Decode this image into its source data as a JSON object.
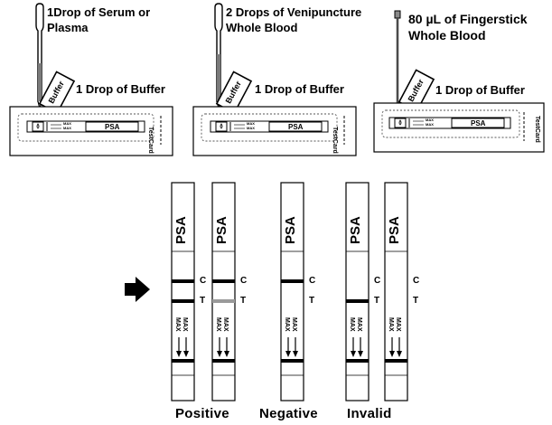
{
  "panels": [
    {
      "instruction_line1": "1Drop of Serum or",
      "instruction_line2": "Plasma",
      "buffer_instruction": "1 Drop of Buffer",
      "bottle_label": "Buffer",
      "window_label": "PSA",
      "max_line1": "MAX",
      "max_line2": "MAX",
      "brand": "TestCard"
    },
    {
      "instruction_line1": "2 Drops of Venipuncture",
      "instruction_line2": "Whole Blood",
      "buffer_instruction": "1 Drop of Buffer",
      "bottle_label": "Buffer",
      "window_label": "PSA",
      "max_line1": "MAX",
      "max_line2": "MAX",
      "brand": "TestCard"
    },
    {
      "instruction_line1": "80 µL of Fingerstick",
      "instruction_line2": "Whole Blood",
      "buffer_instruction": "1 Drop of Buffer",
      "bottle_label": "Buffer",
      "window_label": "PSA",
      "max_line1": "MAX",
      "max_line2": "MAX",
      "brand": "TestCard"
    }
  ],
  "strips": [
    {
      "label": "PSA",
      "c_label": "C",
      "t_label": "T",
      "max_line1": "MAX",
      "max_line2": "MAX",
      "c_line": true,
      "t_line": "strong"
    },
    {
      "label": "PSA",
      "c_label": "C",
      "t_label": "T",
      "max_line1": "MAX",
      "max_line2": "MAX",
      "c_line": true,
      "t_line": "faint"
    },
    {
      "label": "PSA",
      "c_label": "C",
      "t_label": "T",
      "max_line1": "MAX",
      "max_line2": "MAX",
      "c_line": true,
      "t_line": "none"
    },
    {
      "label": "PSA",
      "c_label": "C",
      "t_label": "T",
      "max_line1": "MAX",
      "max_line2": "MAX",
      "c_line": false,
      "t_line": "strong"
    },
    {
      "label": "PSA",
      "c_label": "C",
      "t_label": "T",
      "max_line1": "MAX",
      "max_line2": "MAX",
      "c_line": false,
      "t_line": "none"
    }
  ],
  "results": {
    "positive": "Positive",
    "negative": "Negative",
    "invalid": "Invalid"
  },
  "colors": {
    "line": "#000000",
    "faint_line": "#9a9a9a",
    "pipette_fill": "#7a7a7a",
    "dashed": "#555555"
  }
}
